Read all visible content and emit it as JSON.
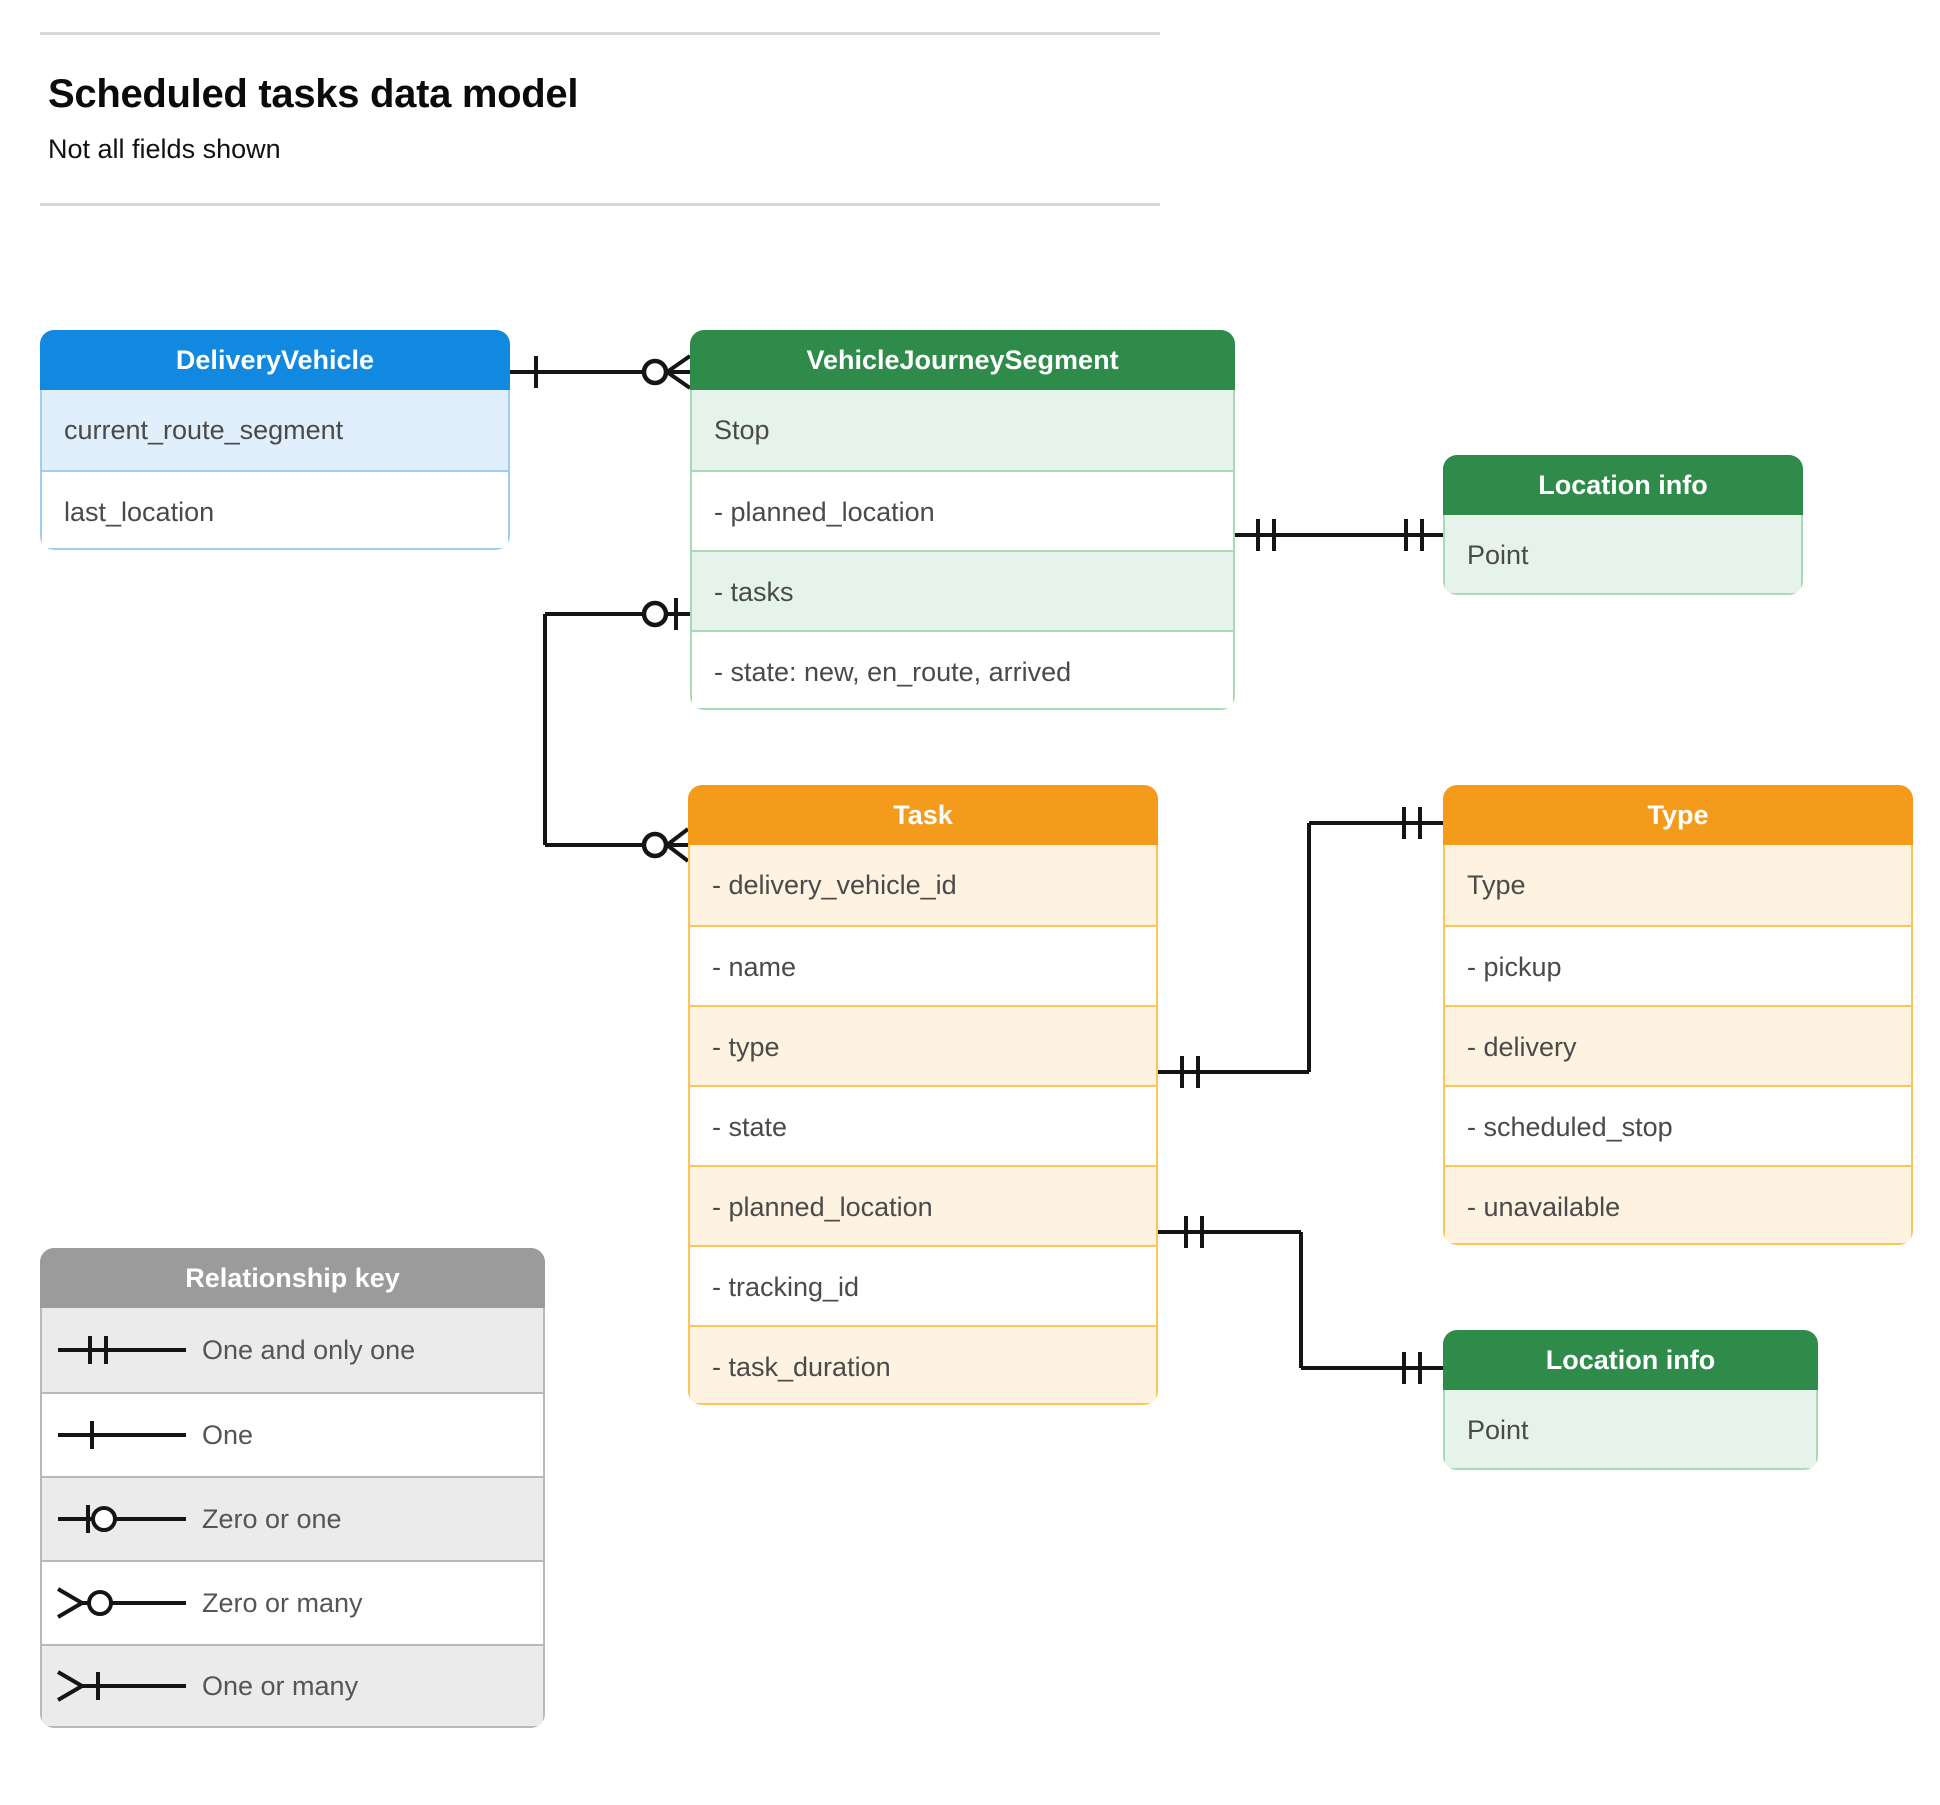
{
  "header": {
    "title": "Scheduled tasks data model",
    "subtitle": "Not all fields shown"
  },
  "colors": {
    "blue_header": "#1189e0",
    "blue_row": "#e0effb",
    "green_header": "#2e8b4a",
    "green_row": "#e6f3ea",
    "orange_header": "#f59b1c",
    "orange_row": "#fdf3e0",
    "grey_header": "#9b9b9b",
    "grey_row": "#ebebeb",
    "connector": "#151515"
  },
  "entities": {
    "delivery_vehicle": {
      "title": "DeliveryVehicle",
      "rows": [
        "current_route_segment",
        "last_location"
      ]
    },
    "vehicle_journey_segment": {
      "title": "VehicleJourneySegment",
      "rows": [
        "Stop",
        "-  planned_location",
        "- tasks",
        "- state: new, en_route, arrived"
      ]
    },
    "location_info_1": {
      "title": "Location info",
      "rows": [
        "Point"
      ]
    },
    "task": {
      "title": "Task",
      "rows": [
        "- delivery_vehicle_id",
        "- name",
        "- type",
        "- state",
        "- planned_location",
        "- tracking_id",
        "- task_duration"
      ]
    },
    "type": {
      "title": "Type",
      "rows": [
        "Type",
        "-   pickup",
        "-   delivery",
        "-   scheduled_stop",
        "-   unavailable"
      ]
    },
    "location_info_2": {
      "title": "Location info",
      "rows": [
        "Point"
      ]
    },
    "relationship_key": {
      "title": "Relationship key",
      "rows": [
        {
          "symbol": "one-and-only-one",
          "label": "One and only one"
        },
        {
          "symbol": "one",
          "label": "One"
        },
        {
          "symbol": "zero-or-one",
          "label": "Zero or one"
        },
        {
          "symbol": "zero-or-many",
          "label": "Zero or many"
        },
        {
          "symbol": "one-or-many",
          "label": "One or many"
        }
      ]
    }
  },
  "relationships": [
    {
      "from": "DeliveryVehicle",
      "from_marker": "one",
      "to": "VehicleJourneySegment",
      "to_marker": "zero or many"
    },
    {
      "from": "VehicleJourneySegment.planned_location",
      "from_marker": "one and only one",
      "to": "Location info",
      "to_marker": "one and only one"
    },
    {
      "from": "VehicleJourneySegment.tasks",
      "from_marker": "zero or one",
      "to": "Task",
      "to_marker": "zero or many"
    },
    {
      "from": "Task.type",
      "from_marker": "one and only one",
      "to": "Type",
      "to_marker": "one and only one"
    },
    {
      "from": "Task.planned_location",
      "from_marker": "one and only one",
      "to": "Location info",
      "to_marker": "one and only one"
    }
  ]
}
